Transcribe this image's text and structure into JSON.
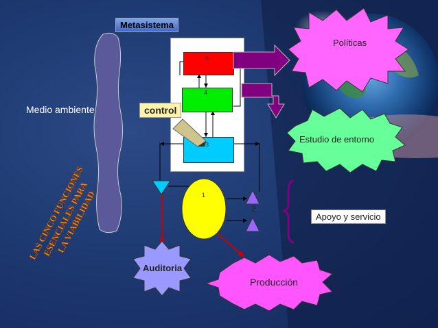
{
  "diagram": {
    "metasistema": "Metasistema",
    "medio_ambiente": "Medio ambiente",
    "control": "control",
    "politicas": "Políticas",
    "estudio_entorno": "Estudio de entorno",
    "apoyo_servicio": "Apoyo y servicio",
    "auditoria": "Auditoria",
    "produccion": "Producción",
    "system_5": "5",
    "system_4": "4",
    "system_3": "3",
    "system_1": "1",
    "system_2": "2",
    "side_title_lines": [
      "LAS CINCO FUNCIONES",
      "ESENCIALES PARA",
      "LA VIABILIDAD"
    ]
  },
  "colors": {
    "box5": "#ff0000",
    "box4": "#00ee00",
    "box3": "#00ccff",
    "circle1": "#ffff00",
    "triangle2": "#9966ff",
    "auditoria_star": "#9999ff",
    "politicas_star": "#ff66ff",
    "estudio_star": "#66ff99",
    "produccion_star": "#ff55ff",
    "arrow": "#800080",
    "side_text": "#ff8800"
  }
}
